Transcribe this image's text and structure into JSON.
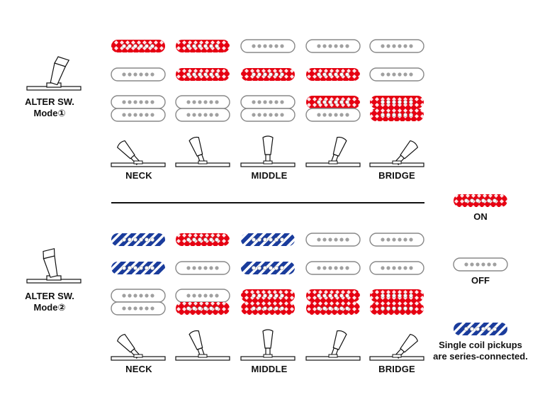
{
  "colors": {
    "on": "#e60012",
    "series_blue": "#1a3c9c",
    "outline": "#888888",
    "ink": "#111111"
  },
  "modes": [
    {
      "label_line1": "ALTER SW.",
      "label_line2": "Mode①",
      "positions": [
        {
          "label": "NECK",
          "pickups": {
            "top": "on",
            "middle": "off",
            "hum_upper": "off",
            "hum_lower": "off"
          }
        },
        {
          "label": "",
          "pickups": {
            "top": "on",
            "middle": "on",
            "hum_upper": "off",
            "hum_lower": "off"
          }
        },
        {
          "label": "MIDDLE",
          "pickups": {
            "top": "off",
            "middle": "on",
            "hum_upper": "off",
            "hum_lower": "off"
          }
        },
        {
          "label": "",
          "pickups": {
            "top": "off",
            "middle": "on",
            "hum_upper": "on",
            "hum_lower": "off"
          }
        },
        {
          "label": "BRIDGE",
          "pickups": {
            "top": "off",
            "middle": "off",
            "hum_upper": "on",
            "hum_lower": "on"
          }
        }
      ]
    },
    {
      "label_line1": "ALTER SW.",
      "label_line2": "Mode②",
      "positions": [
        {
          "label": "NECK",
          "pickups": {
            "top": "series",
            "middle": "series",
            "hum_upper": "off",
            "hum_lower": "off"
          }
        },
        {
          "label": "",
          "pickups": {
            "top": "on",
            "middle": "off",
            "hum_upper": "off",
            "hum_lower": "on"
          }
        },
        {
          "label": "MIDDLE",
          "pickups": {
            "top": "series",
            "middle": "series",
            "hum_upper": "on",
            "hum_lower": "on"
          }
        },
        {
          "label": "",
          "pickups": {
            "top": "off",
            "middle": "off",
            "hum_upper": "on",
            "hum_lower": "on"
          }
        },
        {
          "label": "BRIDGE",
          "pickups": {
            "top": "off",
            "middle": "off",
            "hum_upper": "on",
            "hum_lower": "on"
          }
        }
      ]
    }
  ],
  "legend": {
    "on_label": "ON",
    "off_label": "OFF",
    "series_line1": "Single coil pickups",
    "series_line2": "are series-connected."
  }
}
